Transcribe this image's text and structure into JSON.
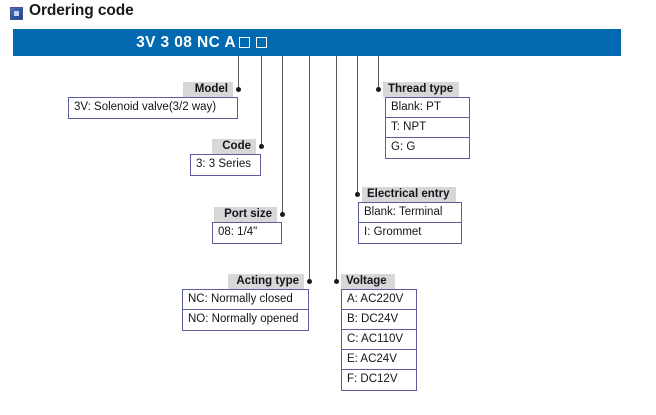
{
  "header": {
    "icon": "blue-square-bullet-icon",
    "title": "Ordering code"
  },
  "banner": {
    "bg_color": "#0069b0",
    "code_parts": [
      "3V",
      "3",
      "08",
      "NC",
      "A"
    ],
    "code_text": "3V 3 08 NC A",
    "blank_square_count": 2
  },
  "groups": {
    "model": {
      "label": "Model",
      "options": [
        "3V: Solenoid valve(3/2 way)"
      ]
    },
    "code": {
      "label": "Code",
      "options": [
        "3: 3 Series"
      ]
    },
    "port_size": {
      "label": "Port size",
      "options": [
        "08: 1/4\""
      ]
    },
    "acting_type": {
      "label": "Acting type",
      "options": [
        "NC: Normally closed",
        "NO: Normally opened"
      ]
    },
    "voltage": {
      "label": "Voltage",
      "options": [
        "A: AC220V",
        "B: DC24V",
        "C: AC110V",
        "E: AC24V",
        "F: DC12V"
      ]
    },
    "electrical_entry": {
      "label": "Electrical entry",
      "options": [
        "Blank: Terminal",
        "I: Grommet"
      ]
    },
    "thread_type": {
      "label": "Thread type",
      "options": [
        "Blank: PT",
        "T: NPT",
        "G: G"
      ]
    }
  },
  "colors": {
    "banner_blue": "#0069b0",
    "label_gray": "#d7d7d7",
    "box_border": "#5a5f9c",
    "leader_line": "#555b63"
  }
}
